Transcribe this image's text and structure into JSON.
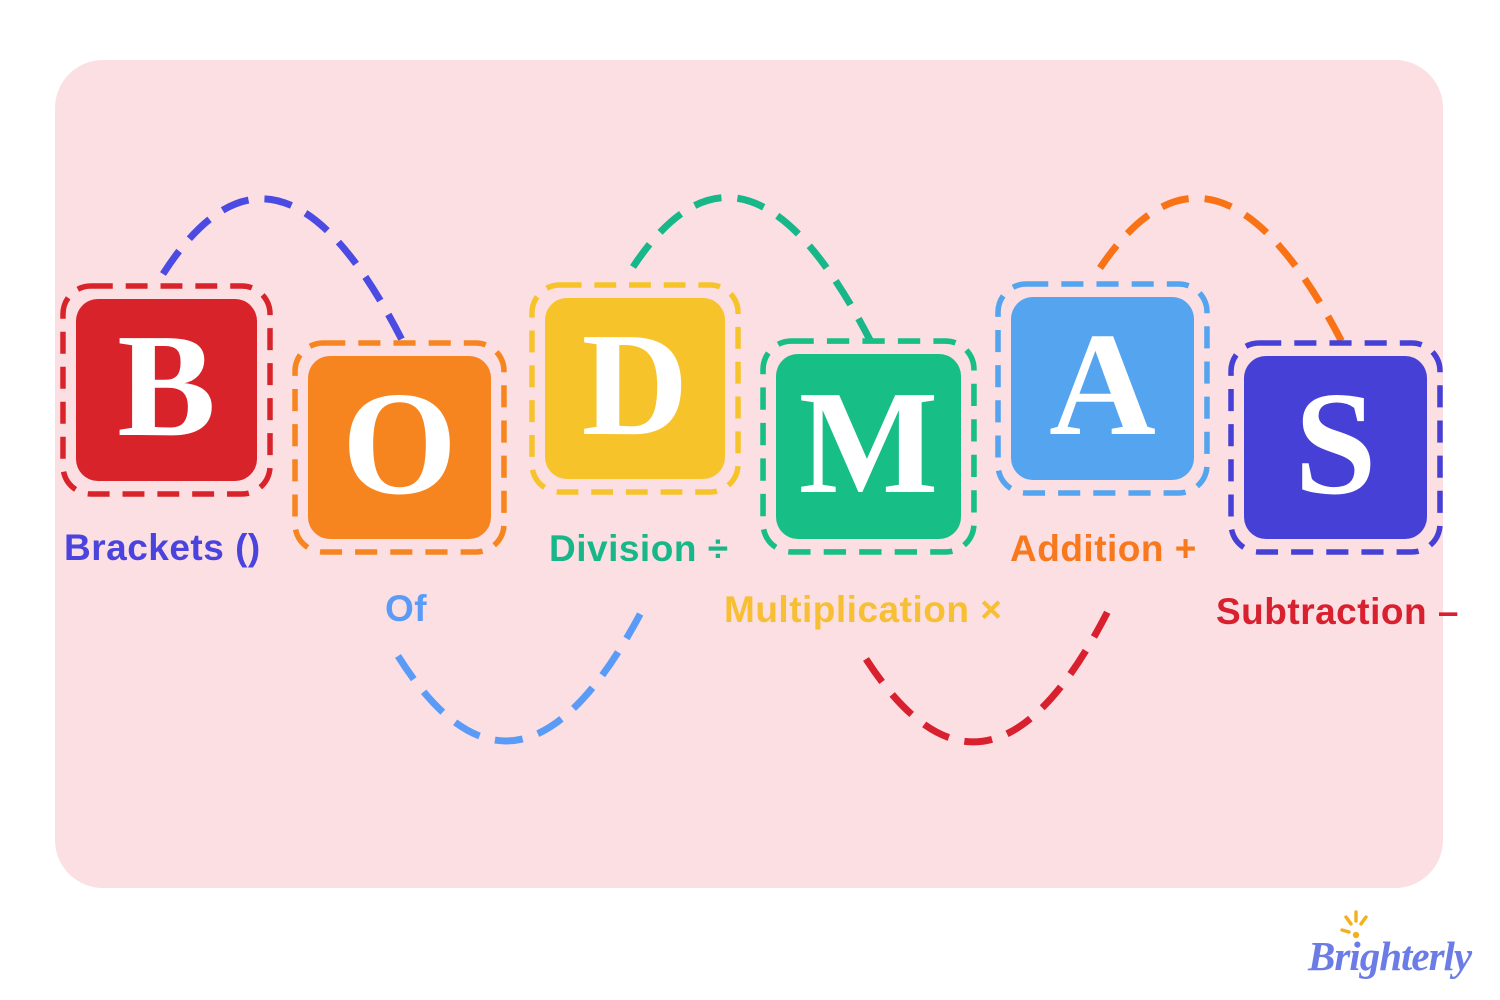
{
  "title": "BODMAS order of operations diagram",
  "colors": {
    "page_bg": "#ffffff",
    "panel_bg": "#fbdfe2"
  },
  "tiles": [
    {
      "letter": "B",
      "label": "Brackets ()",
      "color": "#d8232a",
      "label_color": "#4b43de"
    },
    {
      "letter": "O",
      "label": "Of",
      "color": "#f6851f",
      "label_color": "#5b9bf8"
    },
    {
      "letter": "D",
      "label": "Division ÷",
      "color": "#f7c32b",
      "label_color": "#17b789"
    },
    {
      "letter": "M",
      "label": "Multiplication ×",
      "color": "#17be85",
      "label_color": "#f8bf35"
    },
    {
      "letter": "A",
      "label": "Addition +",
      "color": "#55a4f0",
      "label_color": "#f8791d"
    },
    {
      "letter": "S",
      "label": "Subtraction –",
      "color": "#4740d6",
      "label_color": "#d9202f"
    }
  ],
  "arcs": [
    {
      "name": "b-to-o",
      "position": "top",
      "color": "#4b4ae2"
    },
    {
      "name": "o-to-d",
      "position": "bottom",
      "color": "#5b9bf8"
    },
    {
      "name": "d-to-m",
      "position": "top",
      "color": "#17b789"
    },
    {
      "name": "m-to-a",
      "position": "bottom",
      "color": "#d9202f"
    },
    {
      "name": "a-to-s",
      "position": "top",
      "color": "#f97316"
    }
  ],
  "logo": {
    "text": "Brighterly",
    "color": "#6b7ce6",
    "sun_color": "#f2b01e"
  }
}
